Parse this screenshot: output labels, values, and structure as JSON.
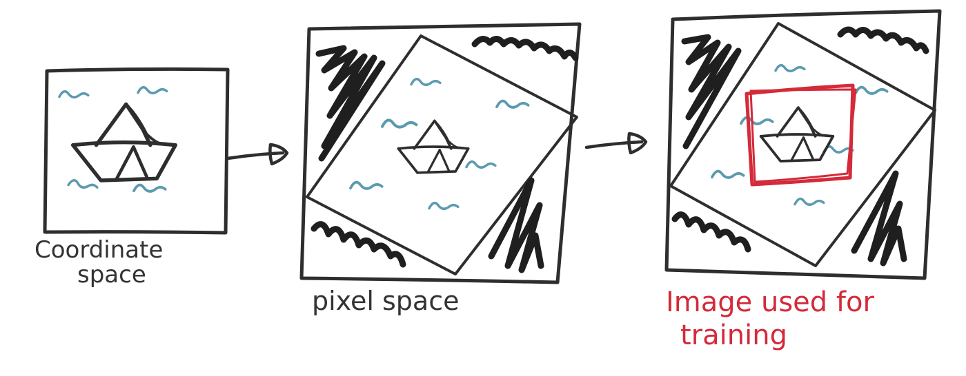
{
  "panels": [
    {
      "caption_lines": [
        "Coordinate",
        "space"
      ],
      "caption_color": "#333333"
    },
    {
      "caption_lines": [
        "pixel space"
      ],
      "caption_color": "#333333"
    },
    {
      "caption_lines": [
        "Image used for",
        "training"
      ],
      "caption_color": "#d42a3a"
    }
  ],
  "colors": {
    "ink": "#2e2e2e",
    "water": "#5b9bb0",
    "crop_box": "#d42a3a"
  },
  "icons": {
    "arrow_1": "right-arrow-icon",
    "arrow_2": "right-arrow-icon",
    "boat": "paper-boat-icon"
  }
}
